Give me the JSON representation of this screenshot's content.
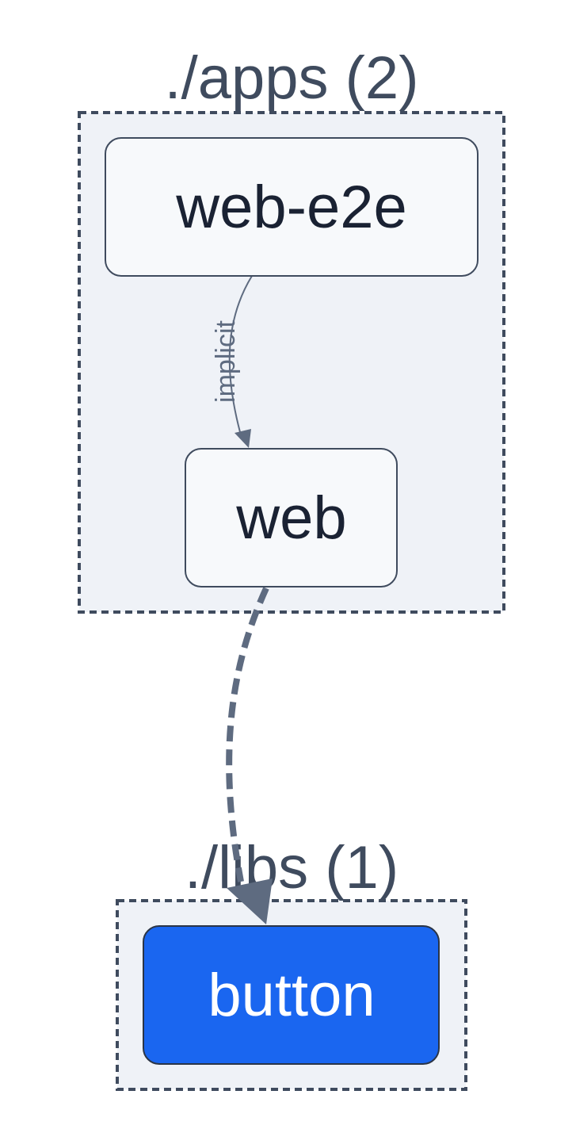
{
  "groups": [
    {
      "id": "apps",
      "label": "./apps (2)"
    },
    {
      "id": "libs",
      "label": "./libs (1)"
    }
  ],
  "nodes": [
    {
      "id": "web-e2e",
      "label": "web-e2e"
    },
    {
      "id": "web",
      "label": "web"
    },
    {
      "id": "button",
      "label": "button",
      "focused": true
    }
  ],
  "edges": [
    {
      "from": "web-e2e",
      "to": "web",
      "type": "implicit",
      "label": "implicit"
    },
    {
      "from": "web",
      "to": "button",
      "type": "static",
      "label": ""
    }
  ],
  "colors": {
    "group_fill": "#eff2f7",
    "group_border": "#3f4b5e",
    "node_fill": "#f7f9fb",
    "focus_fill": "#1a66f0",
    "focus_text": "#ffffff",
    "edge": "#5e6b80"
  }
}
